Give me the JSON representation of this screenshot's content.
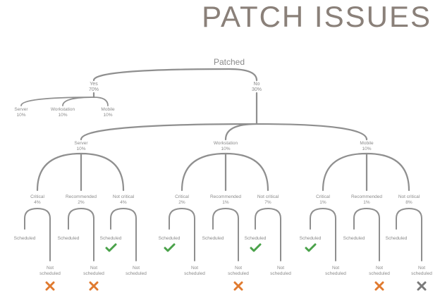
{
  "title": "PATCH ISSUES",
  "colors": {
    "line": "#8f8f8f",
    "text": "#8a8a8a",
    "title": "#8a8079",
    "check": "#4aa24a",
    "cross": "#e07a2f",
    "cross_gray": "#7a7a7a"
  },
  "root": {
    "name": "Patched"
  },
  "yes": {
    "name": "Yes",
    "pct": "70%"
  },
  "no": {
    "name": "No",
    "pct": "30%"
  },
  "yes_children": [
    {
      "name": "Server",
      "pct": "10%"
    },
    {
      "name": "Workstation",
      "pct": "10%"
    },
    {
      "name": "Mobile",
      "pct": "10%"
    }
  ],
  "no_groups": [
    {
      "name": "Server",
      "pct": "10%",
      "children": [
        {
          "name": "Critical",
          "pct": "4%",
          "scheduled": "Scheduled",
          "not_scheduled": "Not scheduled",
          "scheduled_icon": "",
          "not_scheduled_icon": "cross-icon"
        },
        {
          "name": "Recommended",
          "pct": "2%",
          "scheduled": "Scheduled",
          "not_scheduled": "Not scheduled",
          "scheduled_icon": "",
          "not_scheduled_icon": "cross-icon"
        },
        {
          "name": "Not critical",
          "pct": "4%",
          "scheduled": "Scheduled",
          "not_scheduled": "Not scheduled",
          "scheduled_icon": "check-icon",
          "not_scheduled_icon": ""
        }
      ]
    },
    {
      "name": "Workstation",
      "pct": "10%",
      "children": [
        {
          "name": "Critical",
          "pct": "2%",
          "scheduled": "Scheduled",
          "not_scheduled": "Not scheduled",
          "scheduled_icon": "check-icon",
          "not_scheduled_icon": ""
        },
        {
          "name": "Recommended",
          "pct": "1%",
          "scheduled": "Scheduled",
          "not_scheduled": "Not scheduled",
          "scheduled_icon": "",
          "not_scheduled_icon": "cross-icon"
        },
        {
          "name": "Not critical",
          "pct": "7%",
          "scheduled": "Scheduled",
          "not_scheduled": "Not scheduled",
          "scheduled_icon": "check-icon",
          "not_scheduled_icon": ""
        }
      ]
    },
    {
      "name": "Mobile",
      "pct": "10%",
      "children": [
        {
          "name": "Critical",
          "pct": "1%",
          "scheduled": "Scheduled",
          "not_scheduled": "Not scheduled",
          "scheduled_icon": "check-icon",
          "not_scheduled_icon": ""
        },
        {
          "name": "Recommended",
          "pct": "1%",
          "scheduled": "Scheduled",
          "not_scheduled": "Not scheduled",
          "scheduled_icon": "",
          "not_scheduled_icon": "cross-icon"
        },
        {
          "name": "Not critical",
          "pct": "8%",
          "scheduled": "Scheduled",
          "not_scheduled": "Not scheduled",
          "scheduled_icon": "",
          "not_scheduled_icon": "cross-gray-icon"
        }
      ]
    }
  ]
}
